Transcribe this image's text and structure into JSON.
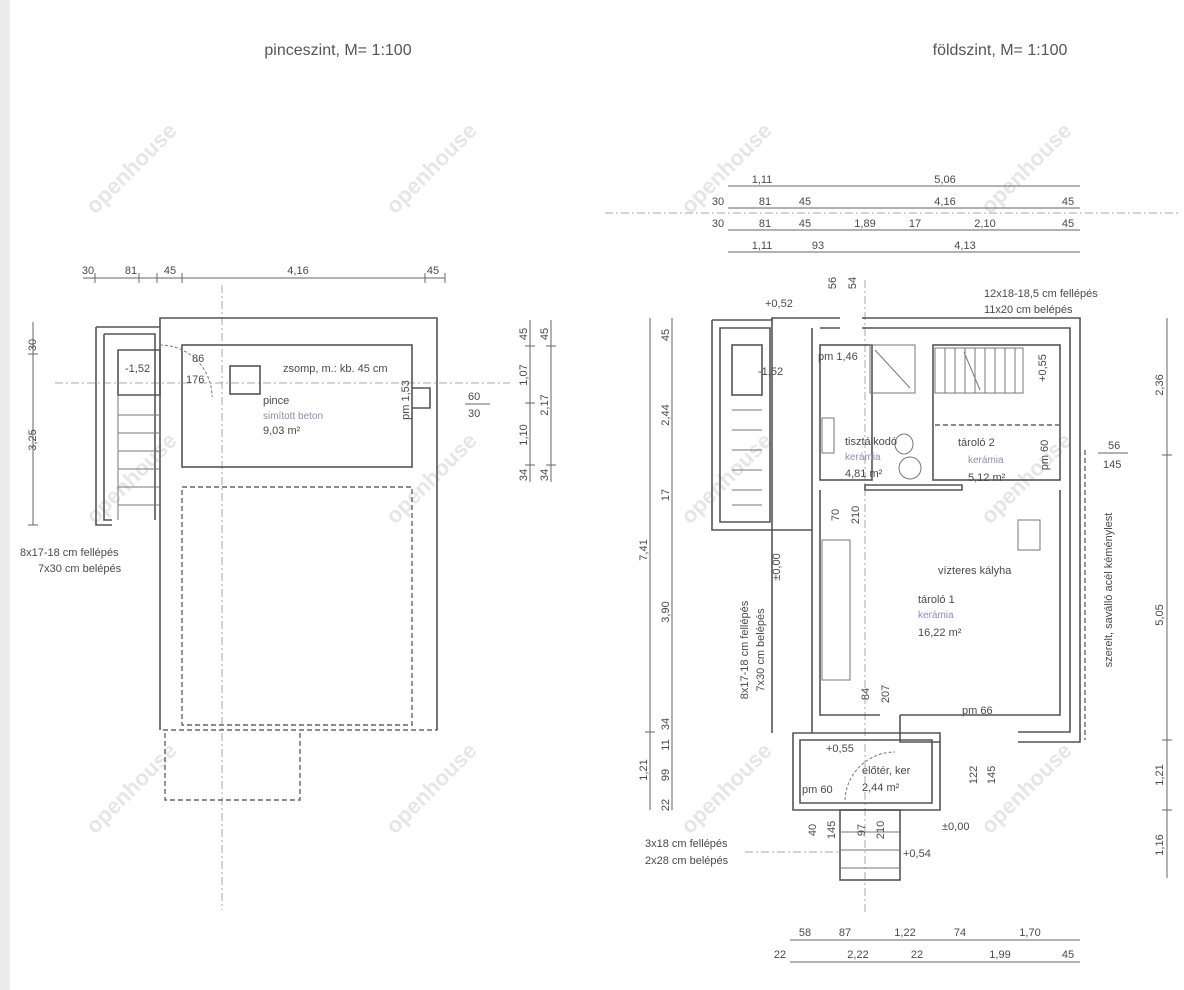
{
  "watermark": "openhouse",
  "basement": {
    "title": "pinceszint, M= 1:100",
    "dims_top": [
      "30",
      "81",
      "45",
      "4,16",
      "45"
    ],
    "dims_left": [
      "30",
      "3,25"
    ],
    "dims_right_inner": [
      "45",
      "1,07",
      "1,10",
      "34"
    ],
    "dims_right_outer": [
      "45",
      "2,17",
      "34"
    ],
    "level_stair": "-1,52",
    "door_width": "86",
    "door_height": "176",
    "sump": "zsomp, m.: kb. 45 cm",
    "room_name": "pince",
    "room_floor": "simított beton",
    "room_area": "9,03 m²",
    "window_sill": "pm 1,53",
    "window_w": "60",
    "window_h": "30",
    "stair_note_1": "8x17-18 cm fellépés",
    "stair_note_2": "7x30 cm belépés"
  },
  "ground": {
    "title": "földszint, M= 1:100",
    "dims_row1": [
      "1,11",
      "5,06"
    ],
    "dims_row2": [
      "30",
      "81",
      "45",
      "4,16",
      "45"
    ],
    "dims_row3": [
      "30",
      "81",
      "45",
      "1,89",
      "17",
      "2,10",
      "45"
    ],
    "dims_row4": [
      "1,11",
      "93",
      "4,13"
    ],
    "dims_left_outer": [
      "7,41",
      "1,21"
    ],
    "dims_left_inner": [
      "45",
      "2,44",
      "17",
      "3,90",
      "34",
      "11",
      "99",
      "22"
    ],
    "dims_right": [
      "2,36",
      "5,05",
      "1,21",
      "1,16"
    ],
    "dims_bottom1": [
      "58",
      "87",
      "1,22",
      "74",
      "1,70"
    ],
    "dims_bottom2": [
      "22",
      "2,22",
      "22",
      "1,99",
      "45"
    ],
    "level_top": "+0,52",
    "win_top_1": "56",
    "win_top_2": "54",
    "stair_up_1": "12x18-18,5 cm fellépés",
    "stair_up_2": "11x20 cm belépés",
    "pm_146": "pm 1,46",
    "level_cellar": "-1,52",
    "level_stair2": "+0,55",
    "bath_name": "tisztálkodó",
    "bath_floor": "kerámia",
    "bath_area": "4,81 m²",
    "store2_name": "tároló 2",
    "store2_floor": "kerámia",
    "store2_area": "5,12 m²",
    "pm_60_right": "pm 60",
    "win_right_1": "56",
    "win_right_2": "145",
    "door_70": "70",
    "door_210": "210",
    "stove": "vízteres kályha",
    "store1_name": "tároló 1",
    "store1_floor": "kerámia",
    "store1_area": "16,22 m²",
    "door_84": "84",
    "door_207": "207",
    "pm_66": "pm 66",
    "chimney": "szerelt, saválló acél kéménylest",
    "level_zero_left": "±0,00",
    "stair_left_1": "8x17-18 cm fellépés",
    "stair_left_2": "7x30 cm belépés",
    "level_entry": "+0,55",
    "entry_name": "előtér, ker",
    "entry_area": "2,44 m²",
    "pm_60_entry": "pm 60",
    "win_122": "122",
    "win_145": "145",
    "level_zero": "±0,00",
    "d40": "40",
    "d145": "145",
    "d97": "97",
    "d210": "210",
    "steps_1": "3x18 cm fellépés",
    "steps_2": "2x28 cm belépés",
    "level_steps": "+0,54"
  }
}
